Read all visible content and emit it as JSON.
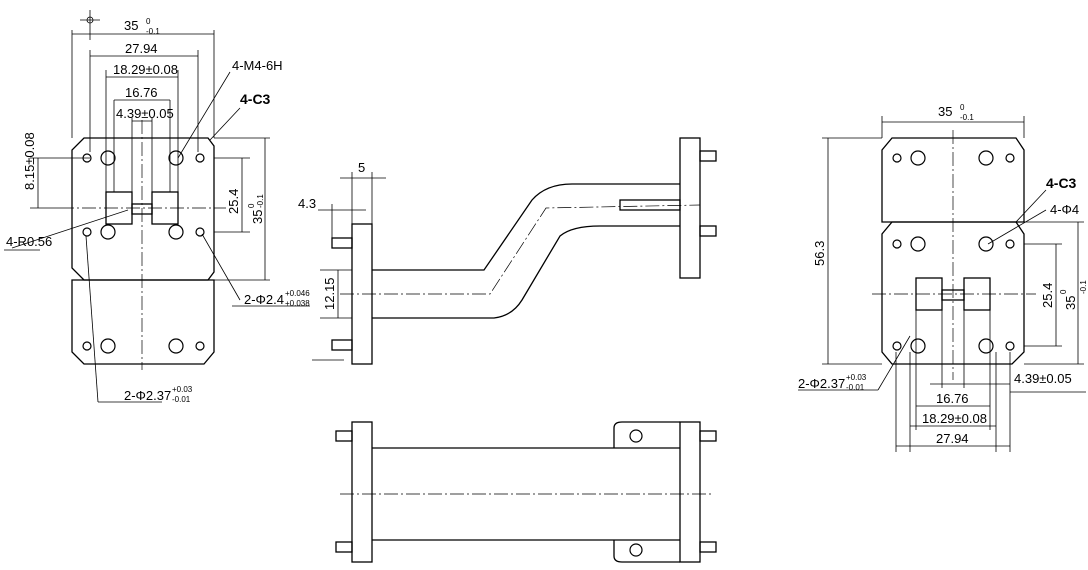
{
  "left_view": {
    "dim_width_outer": "35",
    "dim_width_outer_tol_upper": "0",
    "dim_width_outer_tol_lower": "-0.1",
    "dim_27_94": "27.94",
    "dim_18_29": "18.29±0.08",
    "dim_16_76": "16.76",
    "dim_4_39": "4.39±0.05",
    "dim_8_15": "8.15±0.08",
    "dim_25_4": "25.4",
    "dim_35_vertical": "35",
    "dim_35_vertical_tol_upper": "0",
    "dim_35_vertical_tol_lower": "-0.1",
    "callout_thread": "4-M4-6H",
    "callout_chamfer": "4-C3",
    "callout_radius": "4-R0.56",
    "callout_pin_holes": "2-Φ2.4",
    "callout_pin_holes_tol_upper": "+0.046",
    "callout_pin_holes_tol_lower": "+0.038",
    "callout_dowel": "2-Φ2.37",
    "callout_dowel_tol_upper": "+0.03",
    "callout_dowel_tol_lower": "-0.01"
  },
  "side_view": {
    "dim_5": "5",
    "dim_4_3": "4.3",
    "dim_12_15": "12.15"
  },
  "right_view": {
    "dim_width_outer": "35",
    "dim_width_outer_tol_upper": "0",
    "dim_width_outer_tol_lower": "-0.1",
    "dim_56_3": "56.3",
    "callout_chamfer": "4-C3",
    "callout_holes": "4-Φ4",
    "dim_25_4": "25.4",
    "dim_35_vertical": "35",
    "dim_35_vertical_tol_upper": "0",
    "dim_35_vertical_tol_lower": "-0.1",
    "callout_dowel": "2-Φ2.37",
    "callout_dowel_tol_upper": "+0.03",
    "callout_dowel_tol_lower": "-0.01",
    "dim_4_39": "4.39±0.05",
    "dim_16_76": "16.76",
    "dim_18_29": "18.29±0.08",
    "dim_27_94": "27.94"
  }
}
